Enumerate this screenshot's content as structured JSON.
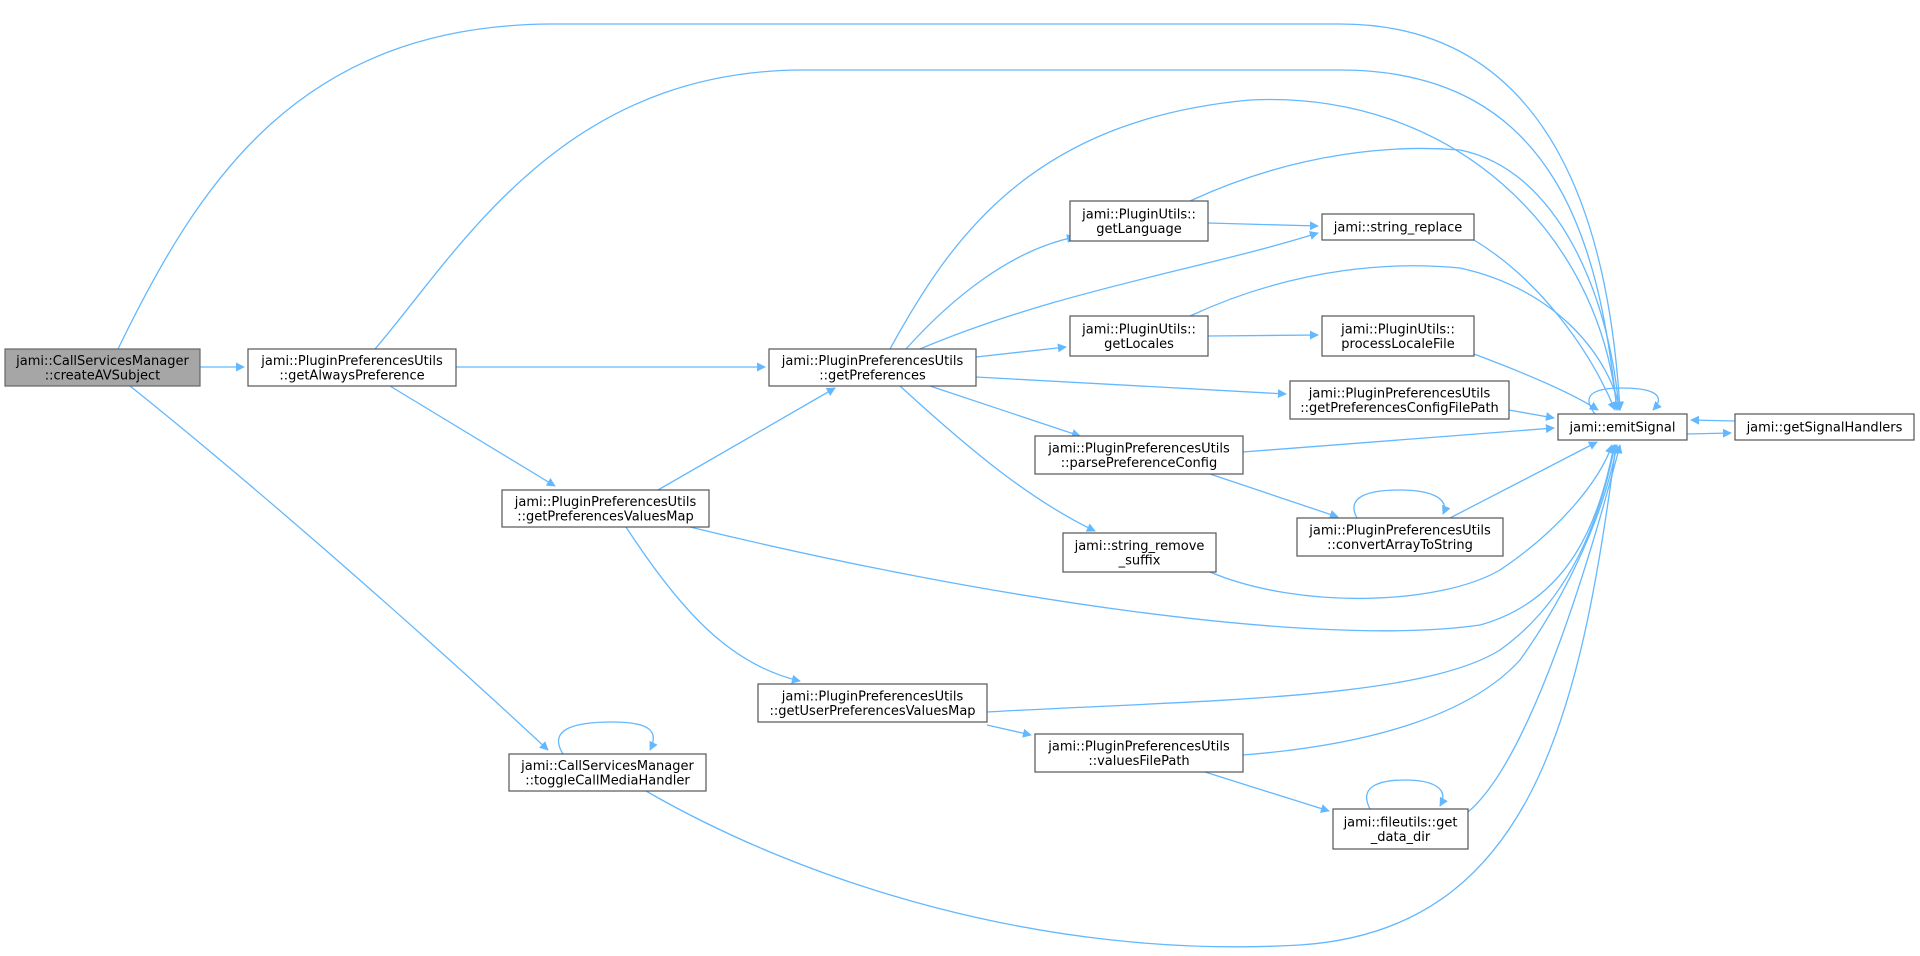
{
  "graph": {
    "nodes": [
      {
        "id": "root",
        "lines": [
          "jami::CallServicesManager",
          "::createAVSubject"
        ],
        "root": true
      },
      {
        "id": "alwaysPref",
        "lines": [
          "jami::PluginPreferencesUtils",
          "::getAlwaysPreference"
        ]
      },
      {
        "id": "getPrefs",
        "lines": [
          "jami::PluginPreferencesUtils",
          "::getPreferences"
        ]
      },
      {
        "id": "prefValuesMap",
        "lines": [
          "jami::PluginPreferencesUtils",
          "::getPreferencesValuesMap"
        ]
      },
      {
        "id": "toggleCMH",
        "lines": [
          "jami::CallServicesManager",
          "::toggleCallMediaHandler"
        ]
      },
      {
        "id": "getLanguage",
        "lines": [
          "jami::PluginUtils::",
          "getLanguage"
        ]
      },
      {
        "id": "getLocales",
        "lines": [
          "jami::PluginUtils::",
          "getLocales"
        ]
      },
      {
        "id": "parsePrefConfig",
        "lines": [
          "jami::PluginPreferencesUtils",
          "::parsePreferenceConfig"
        ]
      },
      {
        "id": "strRemoveSuffix",
        "lines": [
          "jami::string_remove",
          "_suffix"
        ]
      },
      {
        "id": "userPrefValuesMap",
        "lines": [
          "jami::PluginPreferencesUtils",
          "::getUserPreferencesValuesMap"
        ]
      },
      {
        "id": "valuesFilePath",
        "lines": [
          "jami::PluginPreferencesUtils",
          "::valuesFilePath"
        ]
      },
      {
        "id": "strReplace",
        "lines": [
          "jami::string_replace"
        ]
      },
      {
        "id": "processLocale",
        "lines": [
          "jami::PluginUtils::",
          "processLocaleFile"
        ]
      },
      {
        "id": "prefConfigPath",
        "lines": [
          "jami::PluginPreferencesUtils",
          "::getPreferencesConfigFilePath"
        ]
      },
      {
        "id": "convertArray",
        "lines": [
          "jami::PluginPreferencesUtils",
          "::convertArrayToString"
        ]
      },
      {
        "id": "getDataDir",
        "lines": [
          "jami::fileutils::get",
          "_data_dir"
        ]
      },
      {
        "id": "emitSignal",
        "lines": [
          "jami::emitSignal"
        ]
      },
      {
        "id": "sigHandlers",
        "lines": [
          "jami::getSignalHandlers"
        ]
      }
    ],
    "edges": [
      [
        "root",
        "alwaysPref"
      ],
      [
        "root",
        "toggleCMH"
      ],
      [
        "root",
        "emitSignal"
      ],
      [
        "alwaysPref",
        "getPrefs"
      ],
      [
        "alwaysPref",
        "prefValuesMap"
      ],
      [
        "alwaysPref",
        "emitSignal"
      ],
      [
        "getPrefs",
        "getLanguage"
      ],
      [
        "getPrefs",
        "getLocales"
      ],
      [
        "getPrefs",
        "strReplace"
      ],
      [
        "getPrefs",
        "prefConfigPath"
      ],
      [
        "getPrefs",
        "parsePrefConfig"
      ],
      [
        "getPrefs",
        "strRemoveSuffix"
      ],
      [
        "getPrefs",
        "emitSignal"
      ],
      [
        "prefValuesMap",
        "getPrefs"
      ],
      [
        "prefValuesMap",
        "userPrefValuesMap"
      ],
      [
        "prefValuesMap",
        "emitSignal"
      ],
      [
        "toggleCMH",
        "toggleCMH"
      ],
      [
        "toggleCMH",
        "emitSignal"
      ],
      [
        "getLanguage",
        "strReplace"
      ],
      [
        "getLanguage",
        "emitSignal"
      ],
      [
        "getLocales",
        "processLocale"
      ],
      [
        "getLocales",
        "emitSignal"
      ],
      [
        "strReplace",
        "emitSignal"
      ],
      [
        "processLocale",
        "emitSignal"
      ],
      [
        "prefConfigPath",
        "emitSignal"
      ],
      [
        "parsePrefConfig",
        "emitSignal"
      ],
      [
        "parsePrefConfig",
        "convertArray"
      ],
      [
        "convertArray",
        "convertArray"
      ],
      [
        "convertArray",
        "emitSignal"
      ],
      [
        "strRemoveSuffix",
        "emitSignal"
      ],
      [
        "userPrefValuesMap",
        "emitSignal"
      ],
      [
        "userPrefValuesMap",
        "valuesFilePath"
      ],
      [
        "valuesFilePath",
        "emitSignal"
      ],
      [
        "valuesFilePath",
        "getDataDir"
      ],
      [
        "getDataDir",
        "getDataDir"
      ],
      [
        "getDataDir",
        "emitSignal"
      ],
      [
        "emitSignal",
        "emitSignal"
      ],
      [
        "emitSignal",
        "sigHandlers"
      ],
      [
        "sigHandlers",
        "emitSignal"
      ]
    ]
  },
  "colors": {
    "edge": "#63b8ff",
    "root_fill": "#a6a6a6",
    "node_border": "#555555"
  }
}
